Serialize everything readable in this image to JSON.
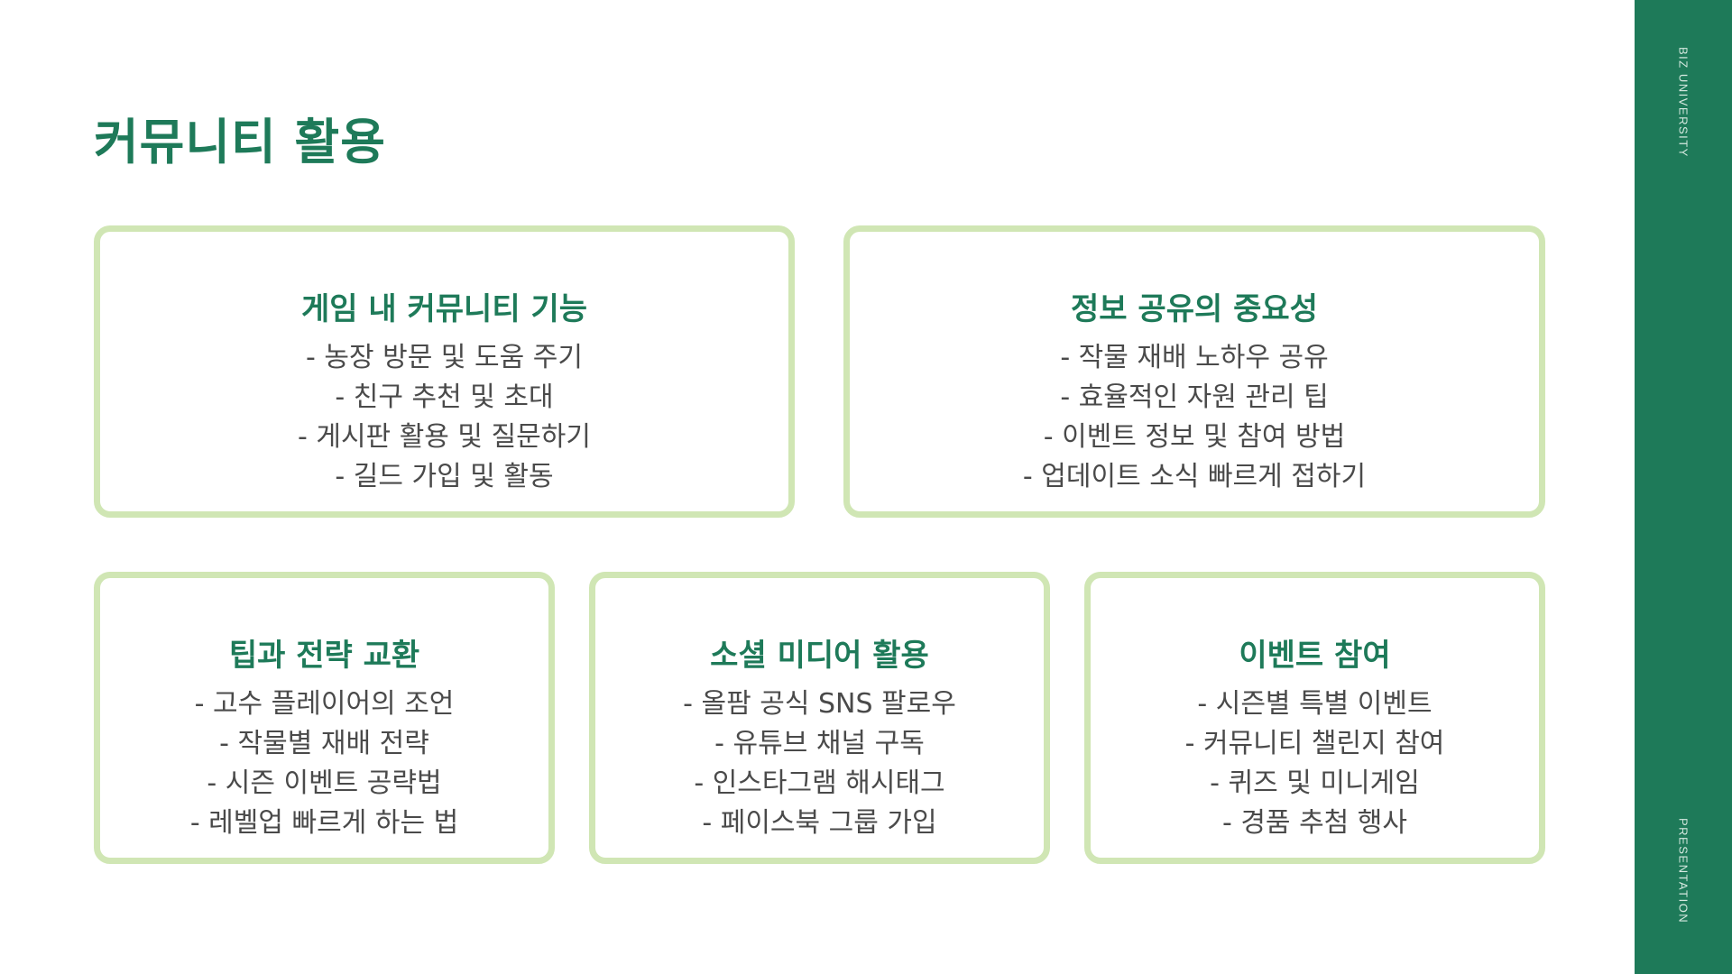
{
  "page": {
    "title": "커뮤니티 활용"
  },
  "sidebar": {
    "top_text": "BIZ UNIVERSITY",
    "bottom_text": "PRESENTATION",
    "color": "#1e7a59"
  },
  "colors": {
    "accent": "#1e7a59",
    "card_border": "#d0e6b4",
    "body_text": "#4a4a4a"
  },
  "cards": [
    {
      "title": "게임 내 커뮤니티 기능",
      "items": [
        "- 농장 방문 및 도움 주기",
        "- 친구 추천 및 초대",
        "- 게시판 활용 및 질문하기",
        "- 길드 가입 및 활동"
      ]
    },
    {
      "title": "정보 공유의 중요성",
      "items": [
        "- 작물 재배 노하우 공유",
        "- 효율적인 자원 관리 팁",
        "- 이벤트 정보 및 참여 방법",
        "- 업데이트 소식 빠르게 접하기"
      ]
    },
    {
      "title": "팁과 전략 교환",
      "items": [
        "- 고수 플레이어의 조언",
        "- 작물별 재배 전략",
        "- 시즌 이벤트 공략법",
        "- 레벨업 빠르게 하는 법"
      ]
    },
    {
      "title": "소셜 미디어 활용",
      "items": [
        "- 올팜 공식 SNS 팔로우",
        "- 유튜브 채널 구독",
        "- 인스타그램 해시태그",
        "- 페이스북 그룹 가입"
      ]
    },
    {
      "title": "이벤트 참여",
      "items": [
        "- 시즌별 특별 이벤트",
        "- 커뮤니티 챌린지 참여",
        "- 퀴즈 및 미니게임",
        "- 경품 추첨 행사"
      ]
    }
  ]
}
